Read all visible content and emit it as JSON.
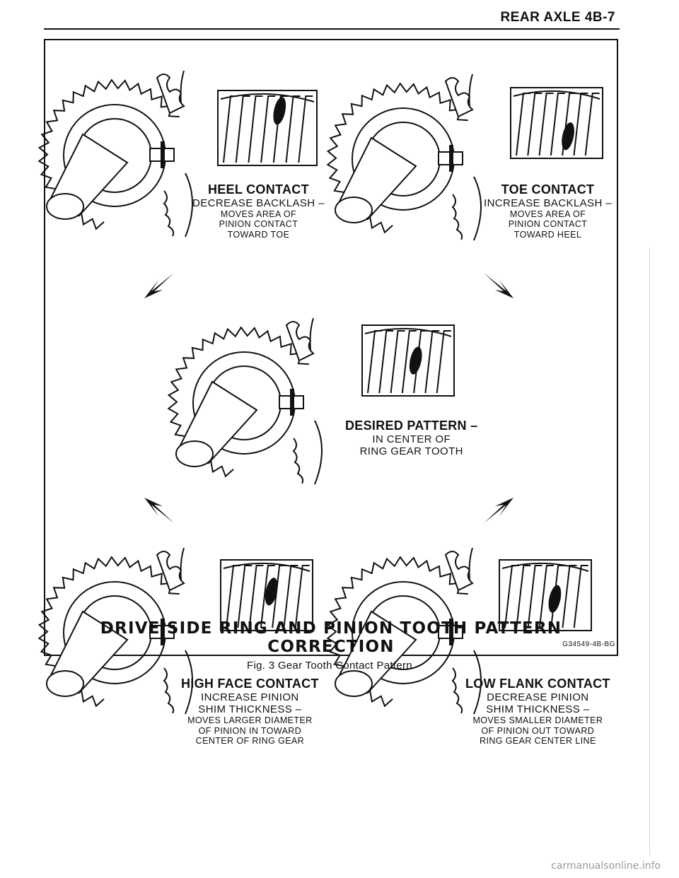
{
  "header": {
    "title": "REAR AXLE 4B-7"
  },
  "panels": {
    "heel": {
      "title": "HEEL CONTACT",
      "line1": "DECREASE BACKLASH –",
      "line2": "MOVES AREA OF",
      "line3": "PINION CONTACT",
      "line4": "TOWARD TOE"
    },
    "toe": {
      "title": "TOE CONTACT",
      "line1": "INCREASE BACKLASH –",
      "line2": "MOVES AREA OF",
      "line3": "PINION CONTACT",
      "line4": "TOWARD HEEL"
    },
    "desired": {
      "title": "DESIRED PATTERN –",
      "line1": "IN CENTER OF",
      "line2": "RING GEAR TOOTH"
    },
    "high_face": {
      "title": "HIGH FACE CONTACT",
      "line1": "INCREASE PINION",
      "line2": "SHIM THICKNESS –",
      "line3": "MOVES LARGER DIAMETER",
      "line4": "OF PINION IN TOWARD",
      "line5": "CENTER OF RING GEAR"
    },
    "low_flank": {
      "title": "LOW FLANK CONTACT",
      "line1": "DECREASE PINION",
      "line2": "SHIM THICKNESS –",
      "line3": "MOVES SMALLER DIAMETER",
      "line4": "OF PINION OUT TOWARD",
      "line5": "RING GEAR CENTER LINE"
    }
  },
  "figure": {
    "title": "DRIVE SIDE RING AND PINION TOOTH PATTERN CORRECTION",
    "code": "G34549-4B-BG",
    "caption": "Fig. 3 Gear Tooth Contact Pattern"
  },
  "watermark": "carmanualsonline.info",
  "icons": [
    "gear-assembly-icon",
    "tooth-pattern-icon",
    "arrow-icon"
  ]
}
